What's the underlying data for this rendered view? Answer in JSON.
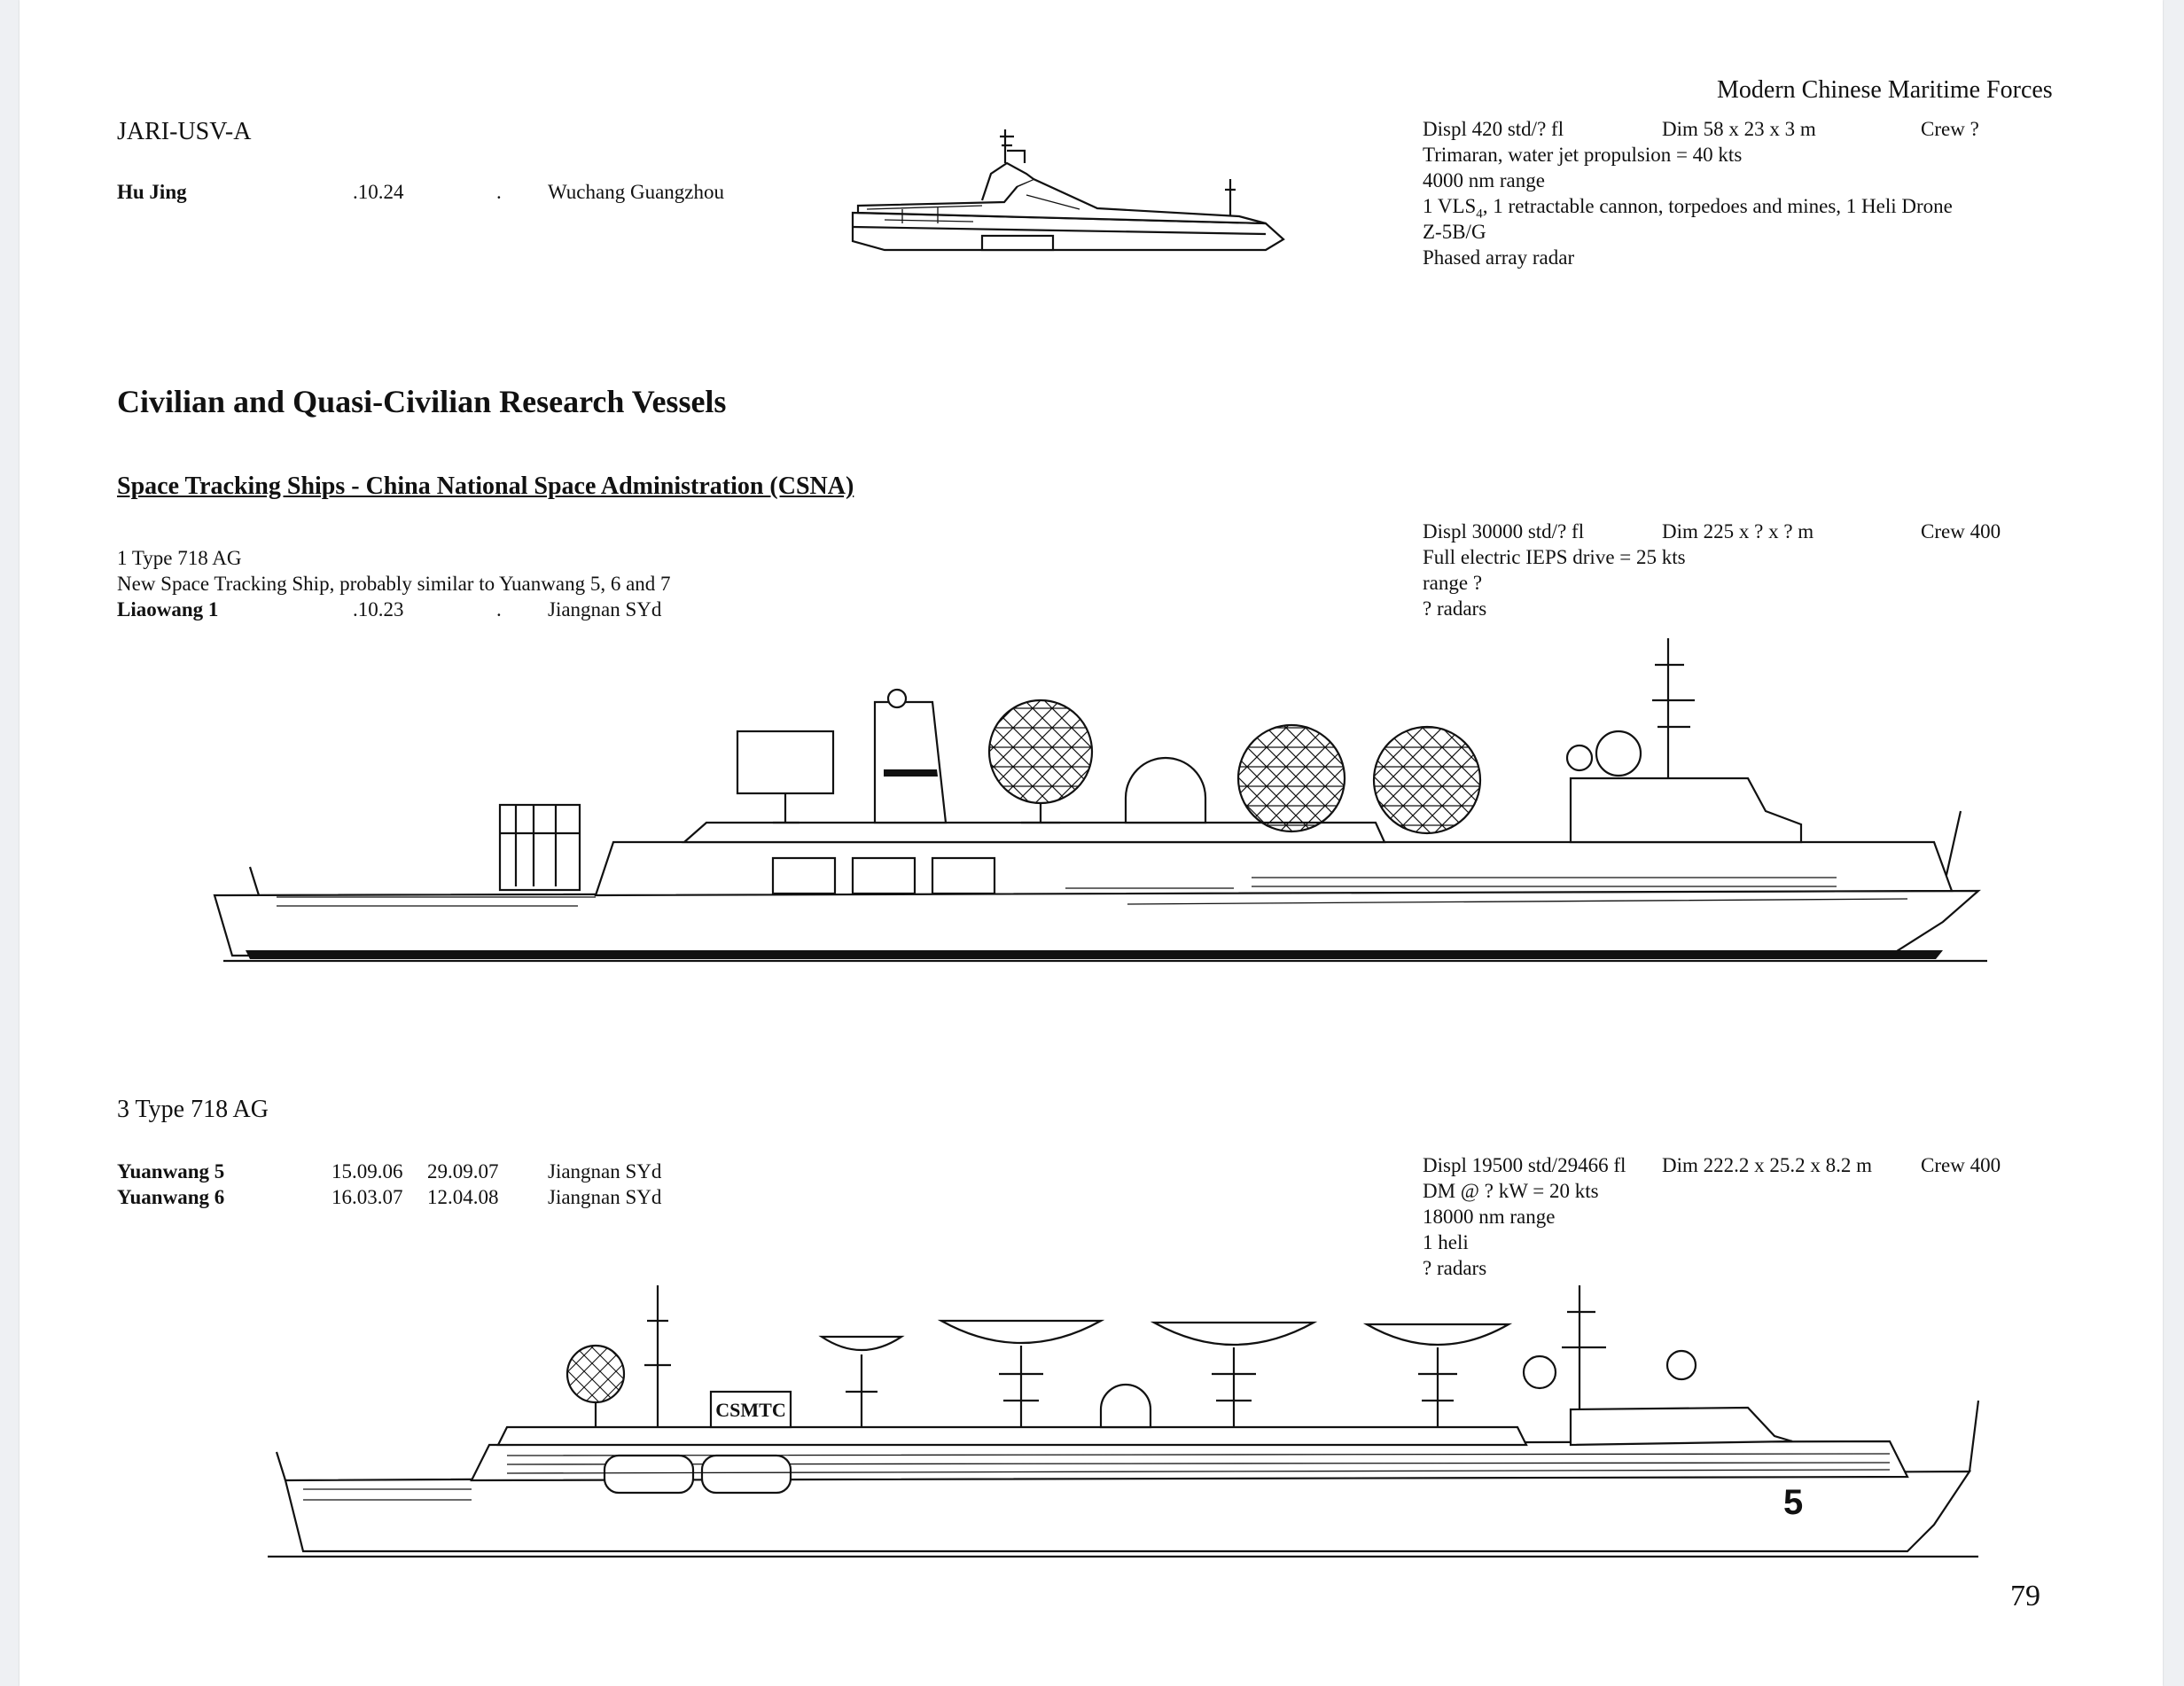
{
  "page": {
    "header": "Modern Chinese Maritime Forces",
    "page_number": "79"
  },
  "usv": {
    "class_name": "JARI-USV-A",
    "ship": {
      "name": "Hu Jing",
      "launched": ".10.24",
      "commissioned": ".",
      "builder": "Wuchang Guangzhou"
    },
    "specs": {
      "displ": "Displ 420 std/? fl",
      "dim": "Dim 58 x 23 x 3 m",
      "crew": "Crew ?",
      "propulsion": "Trimaran, water jet propulsion = 40 kts",
      "range": "4000 nm range",
      "armament_a": "1 VLS",
      "armament_sub": "4",
      "armament_b": ", 1 retractable cannon, torpedoes and mines, 1 Heli Drone",
      "armament_c": "Z-5B/G",
      "radar": "Phased array radar"
    }
  },
  "section": {
    "title": "Civilian and Quasi-Civilian Research Vessels",
    "subtitle": "Space Tracking Ships - China National Space Administration (CSNA)"
  },
  "liaowang": {
    "class_line": "1 Type 718 AG",
    "description": "New Space Tracking Ship, probably similar to Yuanwang 5, 6 and 7",
    "ship": {
      "name": "Liaowang 1",
      "launched": ".10.23",
      "commissioned": ".",
      "builder": "Jiangnan SYd"
    },
    "specs": {
      "displ": "Displ 30000 std/? fl",
      "dim": "Dim 225 x ? x ? m",
      "crew": "Crew 400",
      "propulsion": "Full electric IEPS drive = 25 kts",
      "range": "range ?",
      "radar": "? radars"
    }
  },
  "yuanwang": {
    "class_line": "3 Type 718 AG",
    "ships": [
      {
        "name": "Yuanwang 5",
        "launched": "15.09.06",
        "commissioned": "29.09.07",
        "builder": "Jiangnan SYd"
      },
      {
        "name": "Yuanwang 6",
        "launched": "16.03.07",
        "commissioned": "12.04.08",
        "builder": "Jiangnan SYd"
      }
    ],
    "specs": {
      "displ": "Displ 19500 std/29466 fl",
      "dim": "Dim 222.2 x 25.2 x 8.2 m",
      "crew": "Crew 400",
      "propulsion": "DM @ ? kW = 20 kts",
      "range": "18000 nm range",
      "aviation": "1 heli",
      "radar": "? radars"
    },
    "hull_marking": "5",
    "funnel_marking": "CSMTC"
  }
}
